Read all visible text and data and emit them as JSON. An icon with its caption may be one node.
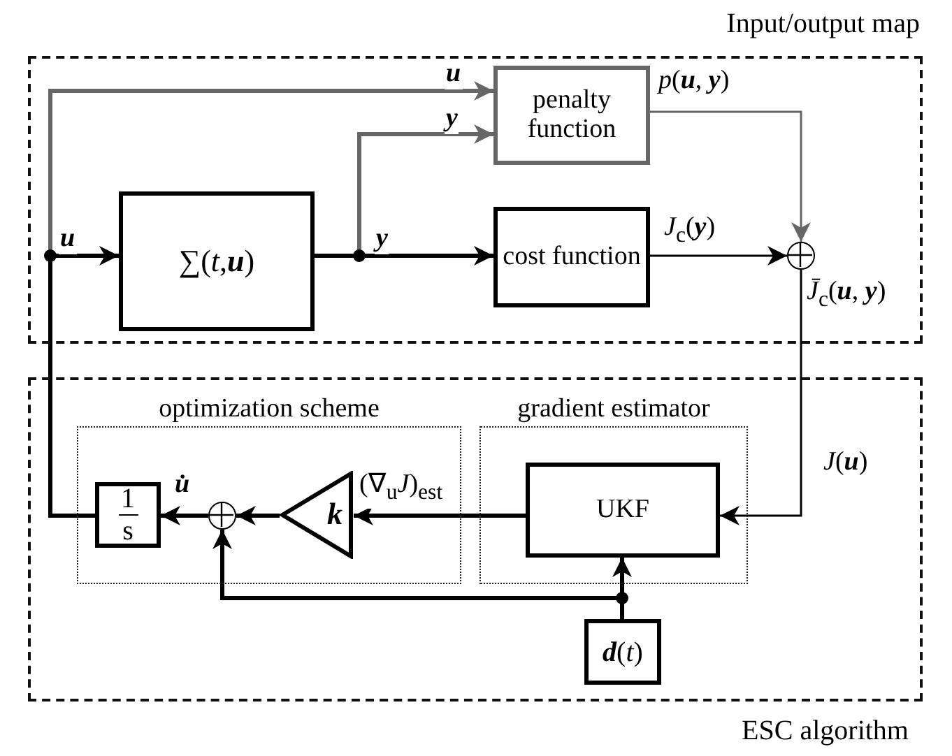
{
  "diagram": {
    "nodes": [
      {
        "text": [
          "Input/output map"
        ]
      },
      {
        "text": [
          "∑(*t*,**u**)"
        ],
        "in": 0
      },
      {
        "text": [
          "penalty function"
        ],
        "in": 0
      },
      {
        "text": [
          "cost function"
        ],
        "in": 0
      },
      {
        "text": [],
        "shape": "circle",
        "in": 0,
        "beside": [
          "*J̄*$_{c}$(**u**, **y**)"
        ]
      },
      {
        "text": [
          "ESC algorithm"
        ]
      },
      {
        "text": [
          "optimization scheme"
        ],
        "in": 5
      },
      {
        "text": [
          "gradient estimator"
        ],
        "in": 5
      },
      {
        "text": [
          "1",
          "s"
        ],
        "in": 6
      },
      {
        "text": [],
        "shape": "circle",
        "in": 6
      },
      {
        "text": [
          "k"
        ],
        "in": 6
      },
      {
        "text": [
          "UKF"
        ],
        "in": 7
      },
      {
        "text": [
          "**d**(*t*)"
        ],
        "in": 5
      }
    ],
    "edges": [
      {
        "from": 8,
        "to": 1,
        "arrow": "to",
        "label": "**u**"
      },
      {
        "from": 8,
        "to": 2,
        "arrow": "to",
        "label": "**u**",
        "color": "#666666"
      },
      {
        "from": 1,
        "to": 3,
        "arrow": "to",
        "label": "**y**"
      },
      {
        "from": 1,
        "to": 2,
        "arrow": "to",
        "label": "**y**",
        "color": "#666666"
      },
      {
        "from": 2,
        "to": 4,
        "arrow": "to",
        "label": "*p*(**u**, **y**)",
        "color": "#666666"
      },
      {
        "from": 3,
        "to": 4,
        "arrow": "to",
        "label": "*J*$_{c}$(**y**)"
      },
      {
        "from": 4,
        "to": 11,
        "arrow": "to",
        "label": "*J*(**u**)"
      },
      {
        "from": 11,
        "to": 10,
        "arrow": "to",
        "label": "(∇$_{u}$*J*)$_{est}$"
      },
      {
        "from": 10,
        "to": 9,
        "arrow": "to"
      },
      {
        "from": 9,
        "to": 8,
        "arrow": "to",
        "label": "**u̇**"
      },
      {
        "from": 12,
        "to": 11,
        "arrow": "to"
      },
      {
        "from": 12,
        "to": 9,
        "arrow": "to"
      }
    ]
  }
}
